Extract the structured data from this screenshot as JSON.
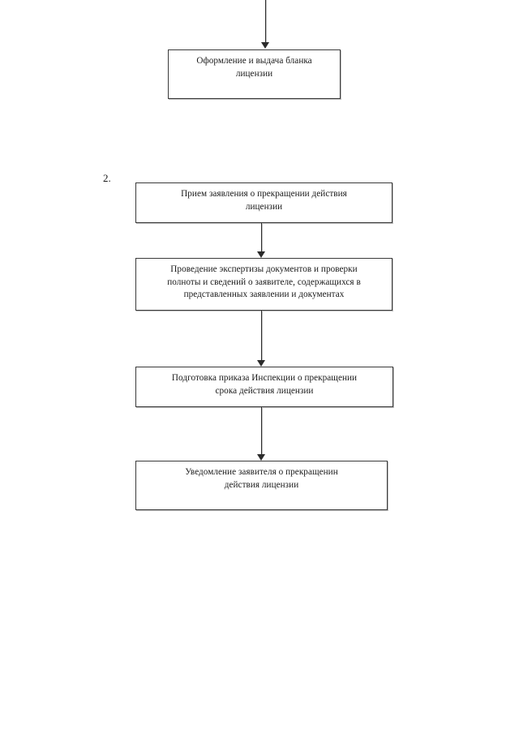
{
  "document": {
    "background_color": "#ffffff",
    "text_color": "#1a1a1a",
    "border_color": "#3a3a3a"
  },
  "sections": [
    {
      "id": "section-1-tail",
      "number_label": "",
      "boxes": [
        {
          "id": "box-license-form",
          "text": "Оформление и выдача бланка\nлицензии"
        }
      ]
    },
    {
      "id": "section-2",
      "number_label": "2.",
      "boxes": [
        {
          "id": "box-accept-app",
          "text": "Прием заявления о прекращении действия\nлицензии"
        },
        {
          "id": "box-expertise",
          "text": "Проведение экспертизы документов и проверки\nполноты и сведений о заявителе, содержащихся в\nпредставленных заявлении и документах"
        },
        {
          "id": "box-order-prep",
          "text": "Подготовка приказа Инспекции о прекращении\nсрока действия лицензии"
        },
        {
          "id": "box-notify",
          "text": "Уведомление заявителя о прекращенин\nдействия лицензии"
        }
      ]
    }
  ],
  "connectors": [
    {
      "id": "arrow-top",
      "icon": "arrow-down-icon",
      "from": "above-page-edge",
      "to": "box-license-form"
    },
    {
      "id": "arrow-a1",
      "icon": "arrow-down-icon",
      "from": "box-accept-app",
      "to": "box-expertise"
    },
    {
      "id": "arrow-a2",
      "icon": "arrow-down-icon",
      "from": "box-expertise",
      "to": "box-order-prep"
    },
    {
      "id": "arrow-a3",
      "icon": "arrow-down-icon",
      "from": "box-order-prep",
      "to": "box-notify"
    }
  ]
}
